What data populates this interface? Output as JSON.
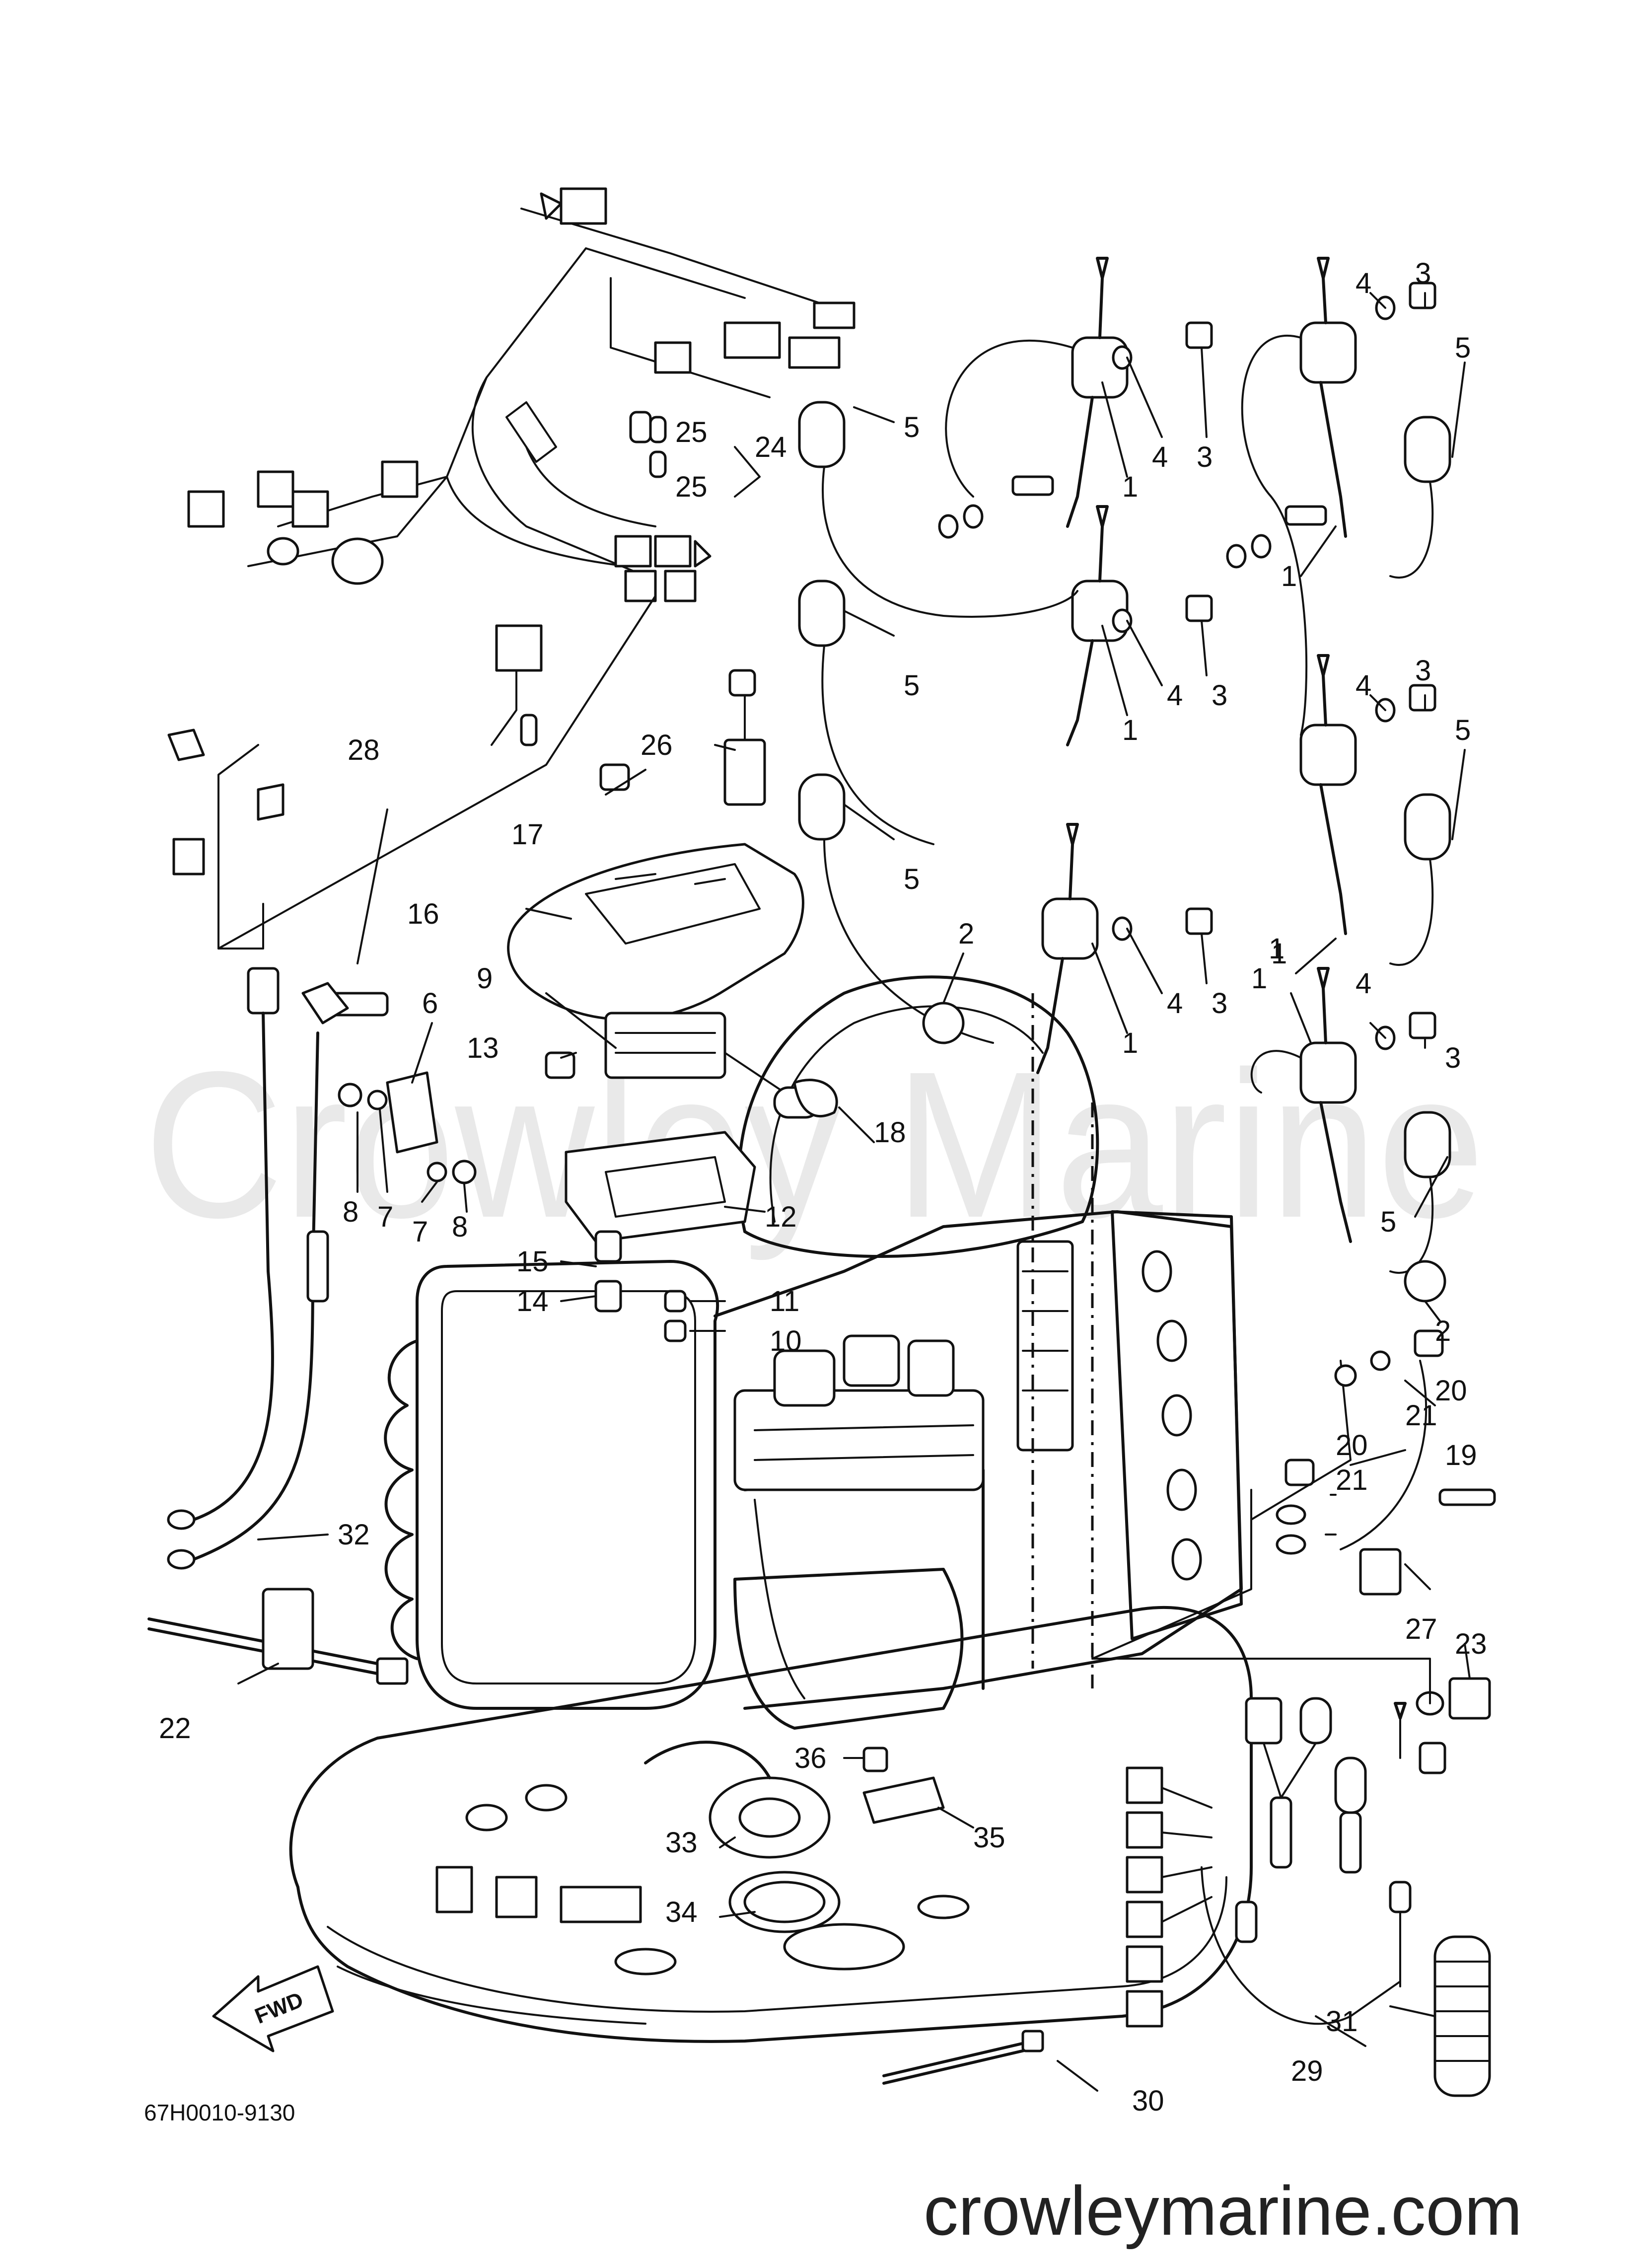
{
  "watermark": "Crowley Marine",
  "footer": {
    "diagram_code": "67H0010-9130",
    "website": "crowleymarine.com",
    "fwd_label": "FWD"
  },
  "callouts": [
    {
      "id": "c1a",
      "label": "1"
    },
    {
      "id": "c1b",
      "label": "1"
    },
    {
      "id": "c1c",
      "label": "1"
    },
    {
      "id": "c1d",
      "label": "1"
    },
    {
      "id": "c1e",
      "label": "1"
    },
    {
      "id": "c1f",
      "label": "1"
    },
    {
      "id": "c1g",
      "label": "1"
    },
    {
      "id": "c2a",
      "label": "2"
    },
    {
      "id": "c2b",
      "label": "2"
    },
    {
      "id": "c3a",
      "label": "3"
    },
    {
      "id": "c3b",
      "label": "3"
    },
    {
      "id": "c3c",
      "label": "3"
    },
    {
      "id": "c3d",
      "label": "3"
    },
    {
      "id": "c3e",
      "label": "3"
    },
    {
      "id": "c3f",
      "label": "3"
    },
    {
      "id": "c4a",
      "label": "4"
    },
    {
      "id": "c4b",
      "label": "4"
    },
    {
      "id": "c4c",
      "label": "4"
    },
    {
      "id": "c4d",
      "label": "4"
    },
    {
      "id": "c4e",
      "label": "4"
    },
    {
      "id": "c4f",
      "label": "4"
    },
    {
      "id": "c5a",
      "label": "5"
    },
    {
      "id": "c5b",
      "label": "5"
    },
    {
      "id": "c5c",
      "label": "5"
    },
    {
      "id": "c5d",
      "label": "5"
    },
    {
      "id": "c5e",
      "label": "5"
    },
    {
      "id": "c5f",
      "label": "5"
    },
    {
      "id": "c6",
      "label": "6"
    },
    {
      "id": "c7a",
      "label": "7"
    },
    {
      "id": "c7b",
      "label": "7"
    },
    {
      "id": "c8a",
      "label": "8"
    },
    {
      "id": "c8b",
      "label": "8"
    },
    {
      "id": "c9",
      "label": "9"
    },
    {
      "id": "c10",
      "label": "10"
    },
    {
      "id": "c11",
      "label": "11"
    },
    {
      "id": "c12",
      "label": "12"
    },
    {
      "id": "c13",
      "label": "13"
    },
    {
      "id": "c14",
      "label": "14"
    },
    {
      "id": "c15",
      "label": "15"
    },
    {
      "id": "c16",
      "label": "16"
    },
    {
      "id": "c17",
      "label": "17"
    },
    {
      "id": "c18",
      "label": "18"
    },
    {
      "id": "c19",
      "label": "19"
    },
    {
      "id": "c20a",
      "label": "20"
    },
    {
      "id": "c20b",
      "label": "20"
    },
    {
      "id": "c21a",
      "label": "21"
    },
    {
      "id": "c21b",
      "label": "21"
    },
    {
      "id": "c22",
      "label": "22"
    },
    {
      "id": "c23",
      "label": "23"
    },
    {
      "id": "c24",
      "label": "24"
    },
    {
      "id": "c25a",
      "label": "25"
    },
    {
      "id": "c25b",
      "label": "25"
    },
    {
      "id": "c26",
      "label": "26"
    },
    {
      "id": "c27",
      "label": "27"
    },
    {
      "id": "c28",
      "label": "28"
    },
    {
      "id": "c29",
      "label": "29"
    },
    {
      "id": "c30",
      "label": "30"
    },
    {
      "id": "c31",
      "label": "31"
    },
    {
      "id": "c32",
      "label": "32"
    },
    {
      "id": "c33",
      "label": "33"
    },
    {
      "id": "c34",
      "label": "34"
    },
    {
      "id": "c35",
      "label": "35"
    },
    {
      "id": "c36",
      "label": "36"
    }
  ]
}
